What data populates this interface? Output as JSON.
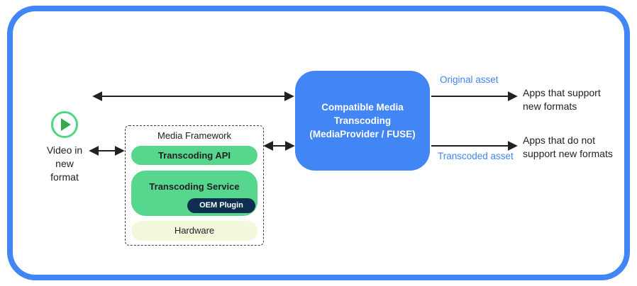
{
  "colors": {
    "frame_blue": "#4285F4",
    "transcoder_blue": "#4285F4",
    "block_green": "#57D68D",
    "oem_navy": "#0E3050",
    "hardware_cream": "#F2F8DA",
    "edge_label_blue": "#4285F4",
    "arrow_black": "#212121",
    "play_ring_green": "#52D57F",
    "play_triangle_green": "#34A853"
  },
  "icons": {
    "play": "play-icon"
  },
  "source": {
    "lines": [
      "Video in",
      "new",
      "format"
    ]
  },
  "media_framework": {
    "title": "Media Framework",
    "layers": [
      {
        "label": "Transcoding API"
      },
      {
        "label": "Transcoding Service",
        "plugin": "OEM Plugin"
      },
      {
        "label": "Hardware"
      }
    ]
  },
  "transcoder": {
    "lines": [
      "Compatible Media",
      "Transcoding",
      "(MediaProvider / FUSE)"
    ]
  },
  "edges": {
    "original_asset": "Original asset",
    "transcoded_asset": "Transcoded asset"
  },
  "apps": {
    "support": {
      "lines": [
        "Apps that support",
        "new formats"
      ]
    },
    "no_support": {
      "lines": [
        "Apps that do not",
        "support new formats"
      ]
    }
  }
}
